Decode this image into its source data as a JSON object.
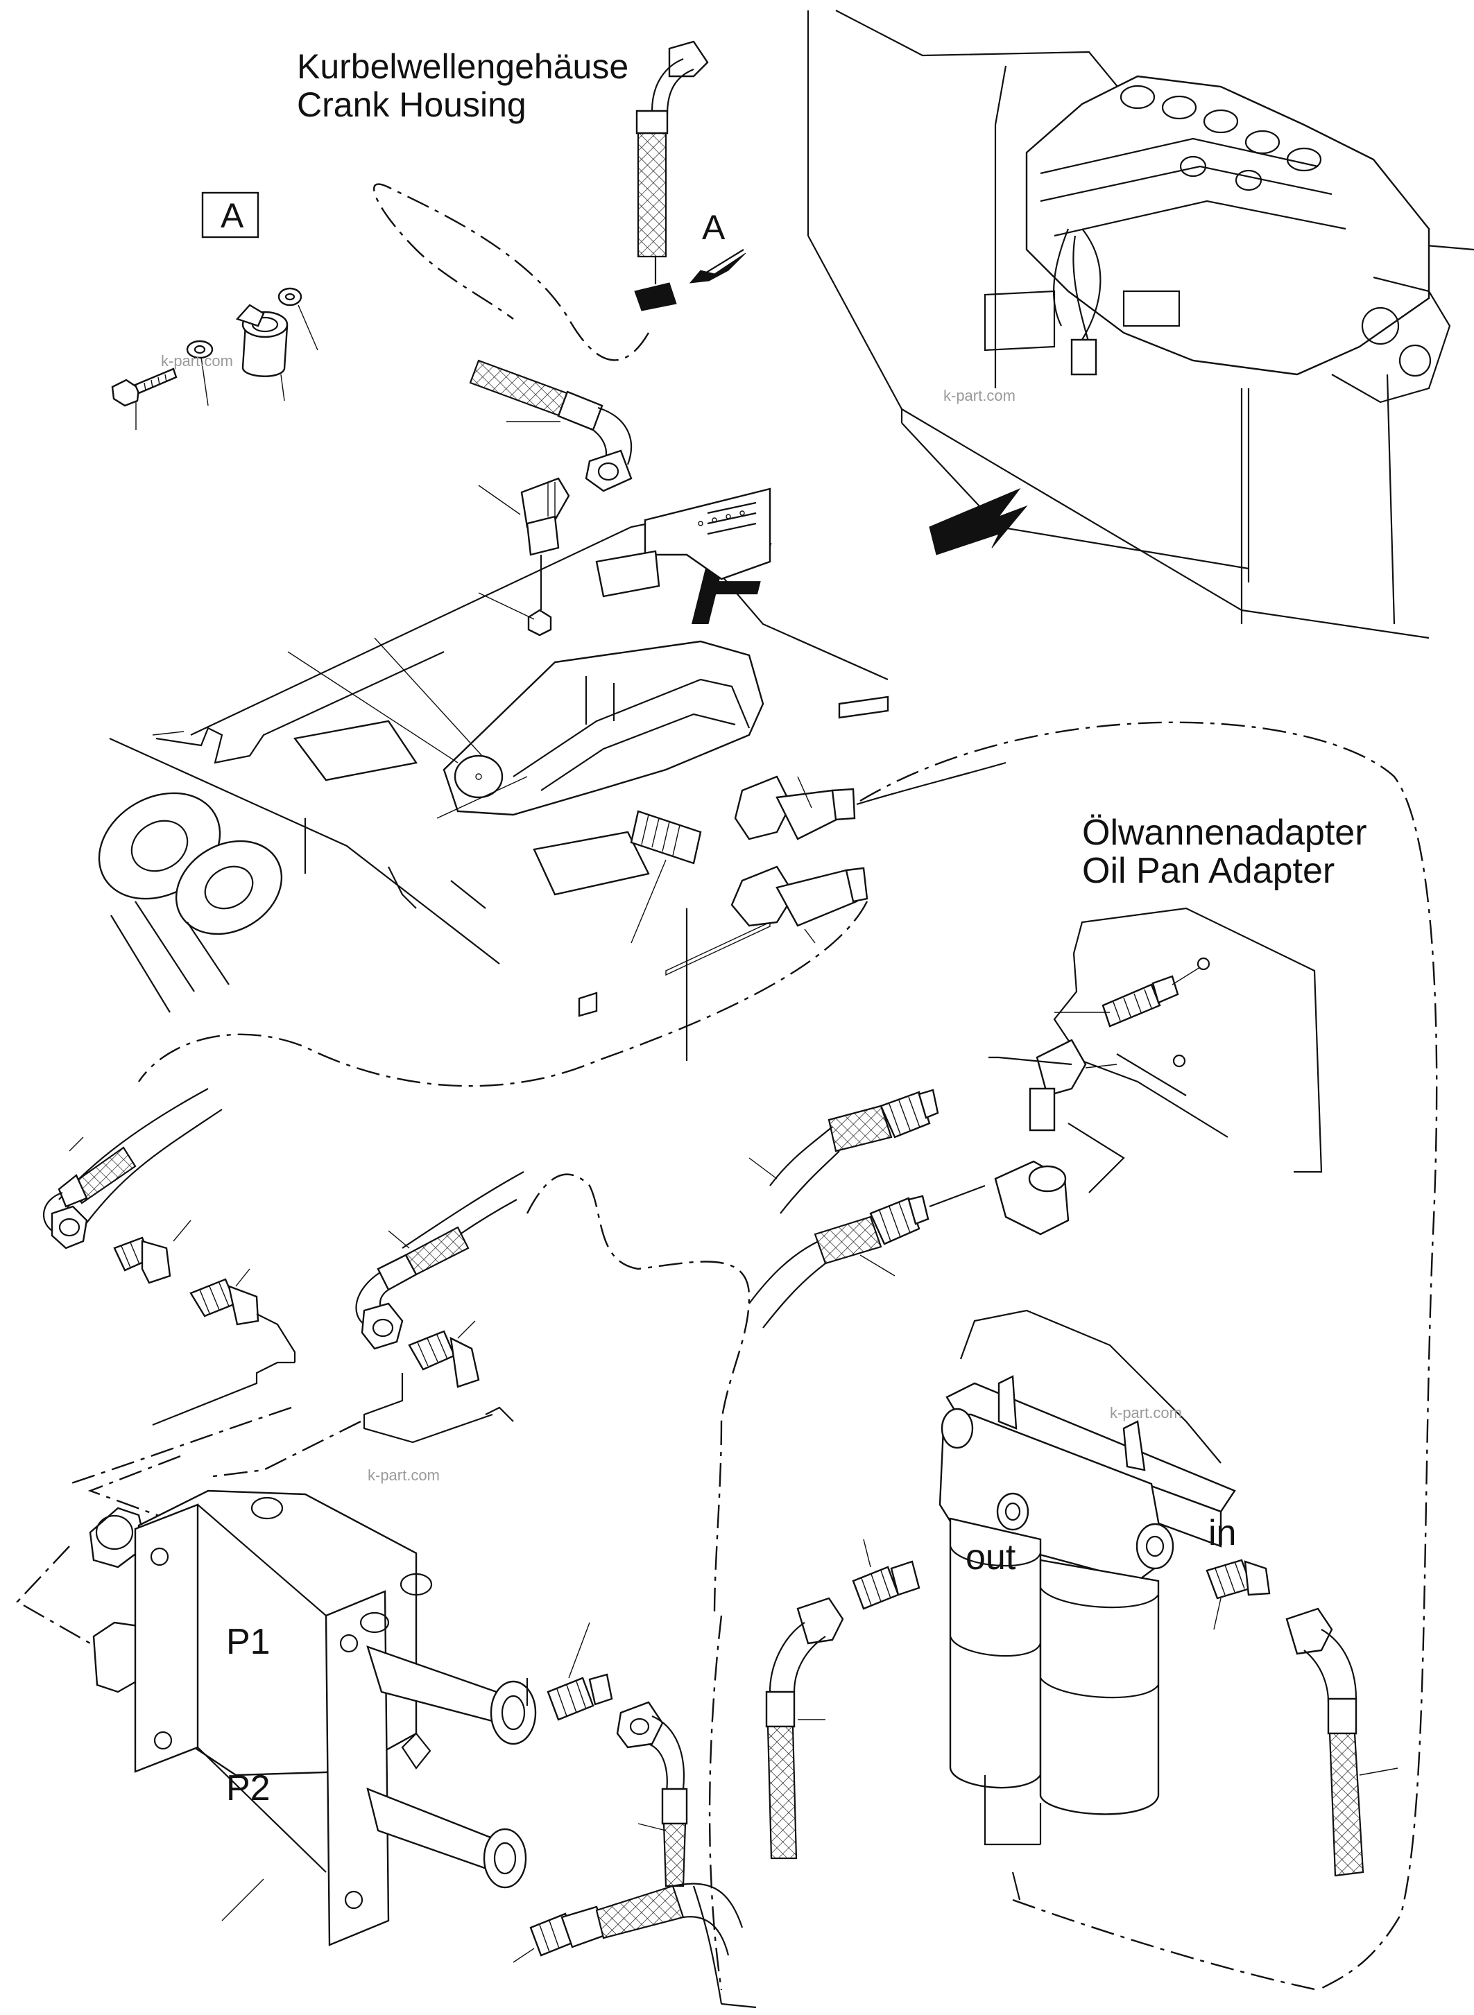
{
  "labels": {
    "crank_de": "Kurbelwellengehäuse",
    "crank_en": "Crank Housing",
    "detail_box": "A",
    "view_arrow": "A",
    "front_marker": "F",
    "oilpan_de": "Ölwannenadapter",
    "oilpan_en": "Oil Pan Adapter",
    "port_out": "out",
    "port_in": "in",
    "p1": "P1",
    "p2": "P2"
  },
  "watermarks": [
    "k-part.com",
    "k-part.com",
    "k-part.com",
    "k-part.com"
  ]
}
